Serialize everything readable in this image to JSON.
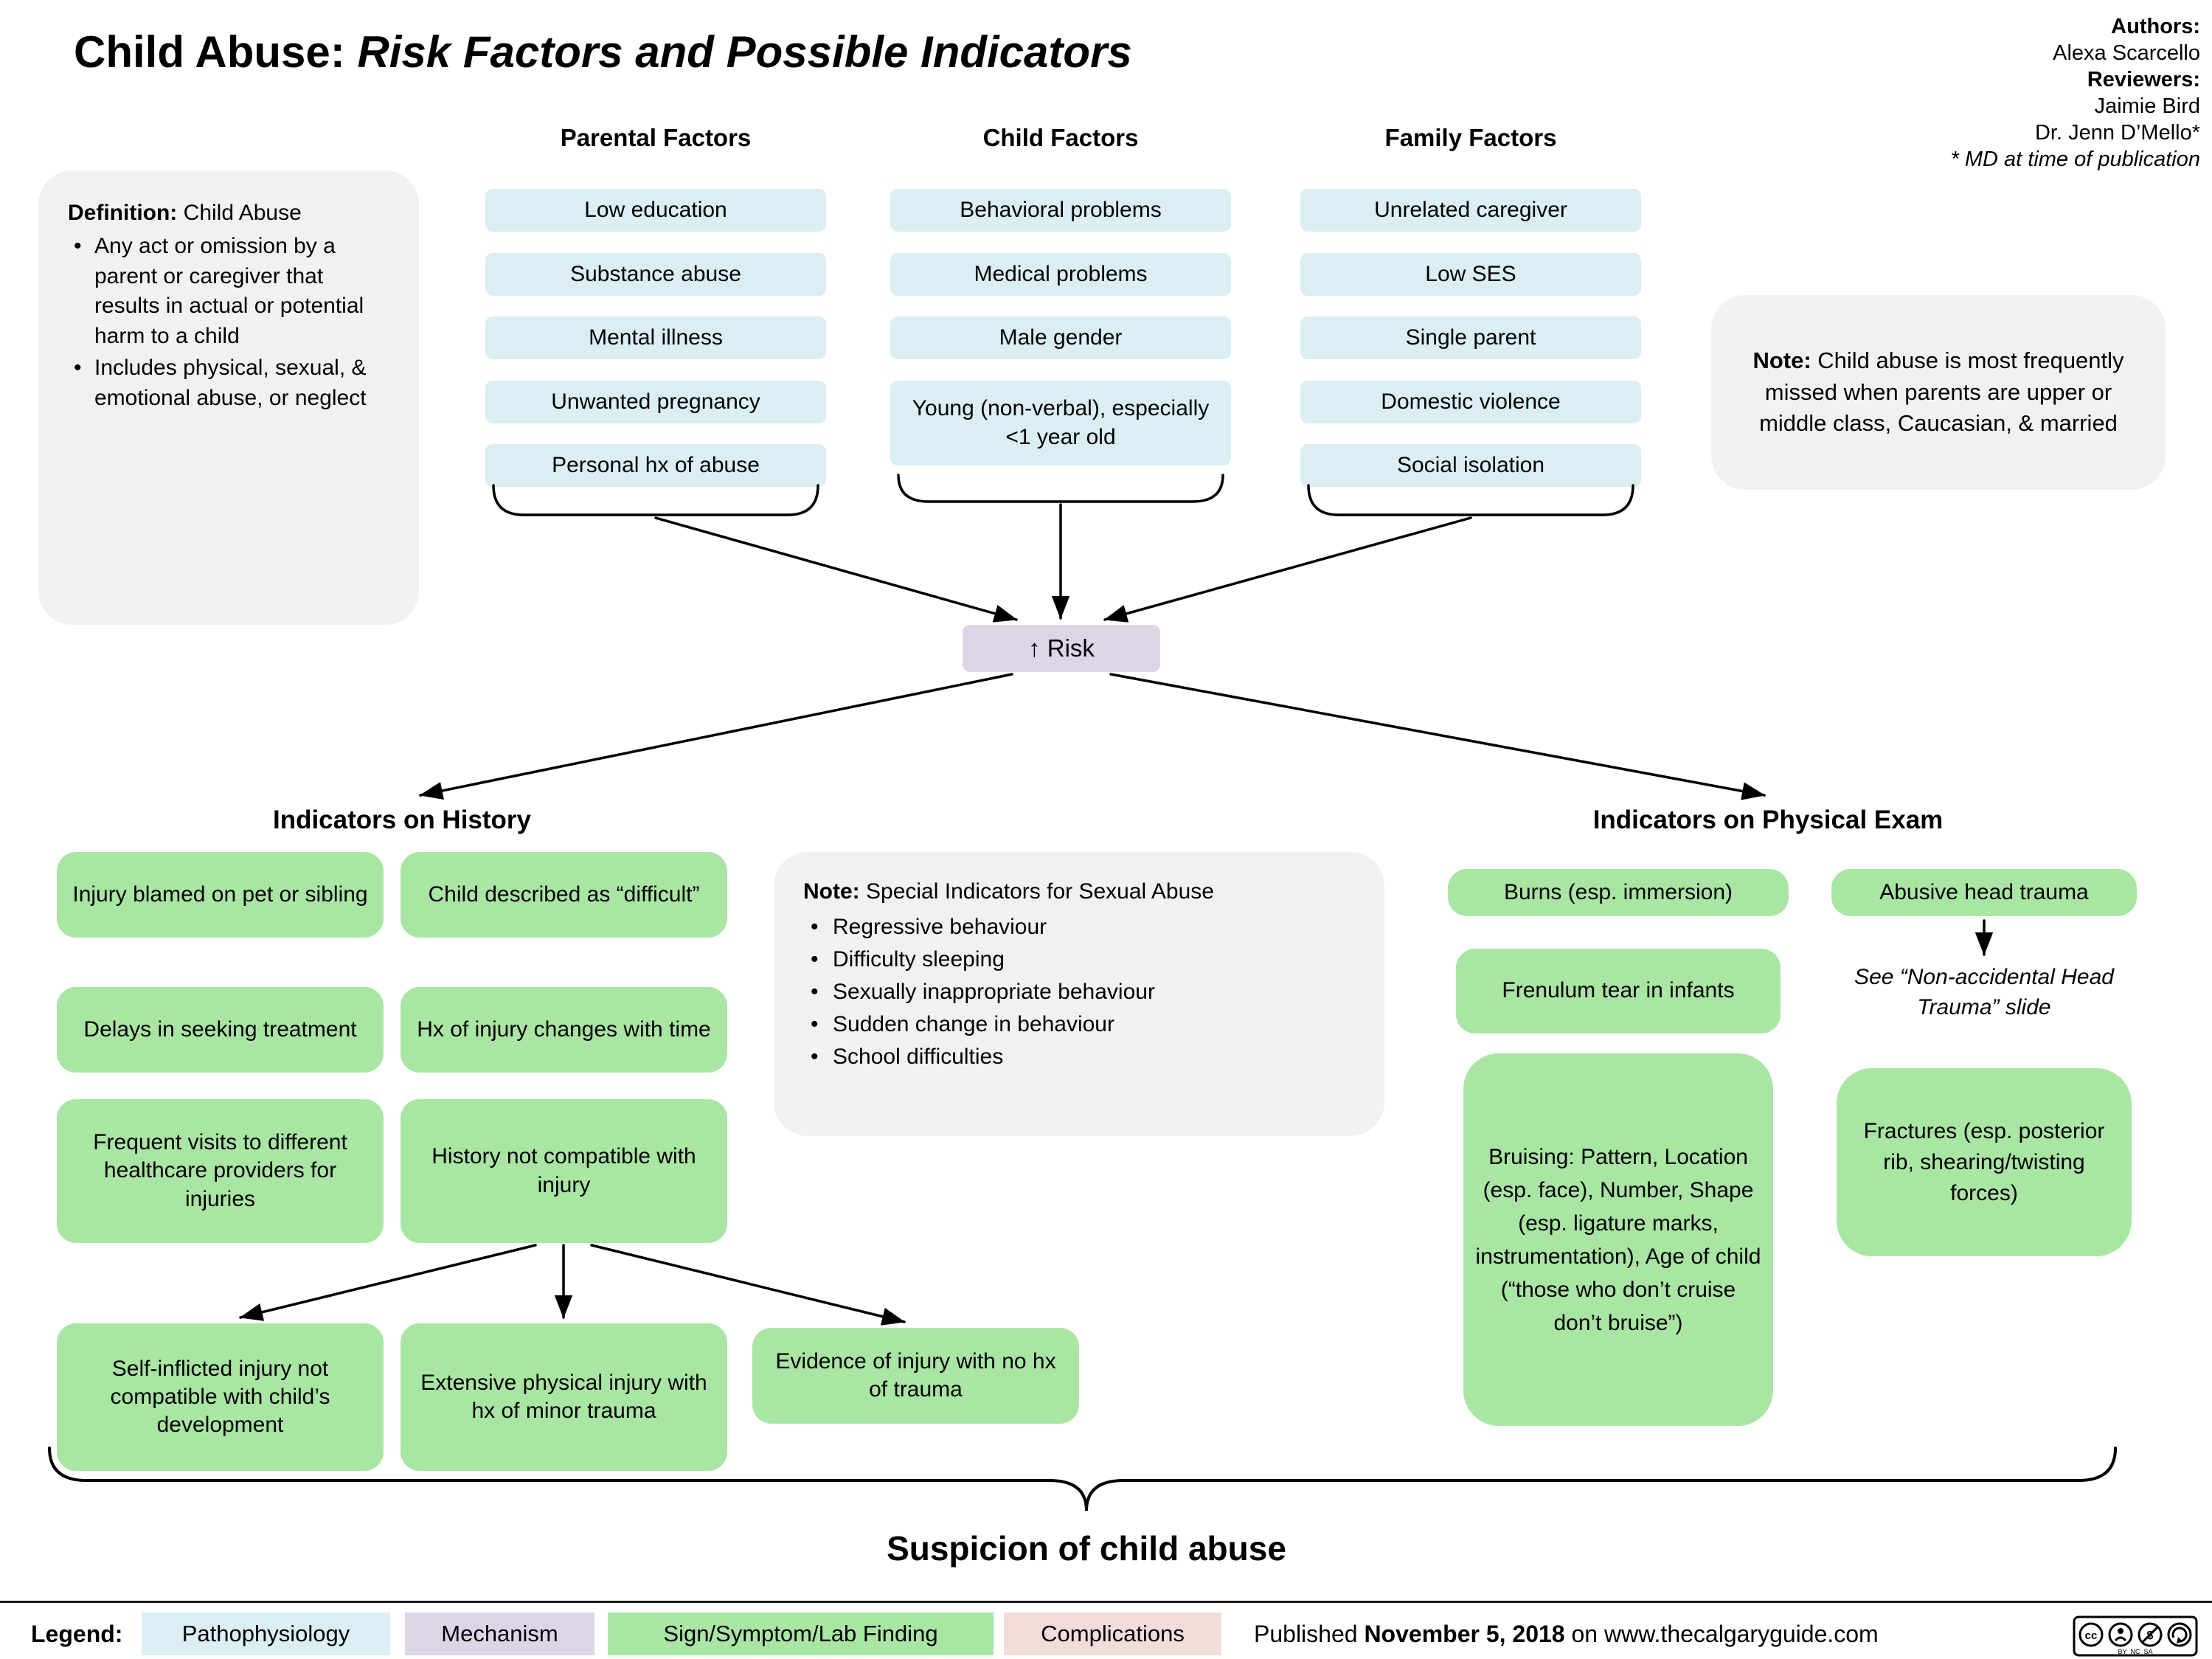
{
  "title": {
    "plain": "Child Abuse: ",
    "italic": "Risk Factors and Possible Indicators"
  },
  "credits": {
    "authors_label": "Authors:",
    "author": "Alexa Scarcello",
    "reviewers_label": "Reviewers:",
    "reviewer1": "Jaimie Bird",
    "reviewer2": "Dr. Jenn D’Mello*",
    "md_note": "* MD at time of publication"
  },
  "definition": {
    "label": "Definition:",
    "heading": "Child Abuse",
    "bullets": [
      "Any act or omission by a parent or caregiver that results in actual or potential harm to a child",
      "Includes physical, sexual, & emotional abuse, or neglect"
    ]
  },
  "factors": {
    "parental": {
      "header": "Parental Factors",
      "items": [
        "Low education",
        "Substance abuse",
        "Mental illness",
        "Unwanted pregnancy",
        "Personal hx of abuse"
      ]
    },
    "child": {
      "header": "Child Factors",
      "items": [
        "Behavioral problems",
        "Medical problems",
        "Male gender",
        "Young (non-verbal), especially <1 year old"
      ]
    },
    "family": {
      "header": "Family Factors",
      "items": [
        "Unrelated caregiver",
        "Low SES",
        "Single parent",
        "Domestic violence",
        "Social isolation"
      ]
    }
  },
  "note_missed": {
    "label": "Note:",
    "text": "Child abuse is most frequently missed when parents are upper or middle class, Caucasian, & married"
  },
  "risk_label": "↑ Risk",
  "history": {
    "heading": "Indicators on History",
    "injury_pet": "Injury blamed on pet or sibling",
    "described_difficult": "Child described as “difficult”",
    "delays": "Delays in seeking treatment",
    "hx_changes": "Hx of injury changes with time",
    "frequent_visits": "Frequent visits to different healthcare providers for injuries",
    "not_compatible": "History not compatible with injury",
    "self_inflicted": "Self-inflicted injury not compatible with child’s development",
    "extensive": "Extensive physical injury with hx of minor trauma",
    "no_hx_trauma": "Evidence of injury with no hx of trauma"
  },
  "note_sexual": {
    "label": "Note:",
    "title": "Special Indicators for Sexual Abuse",
    "bullets": [
      "Regressive behaviour",
      "Difficulty sleeping",
      "Sexually inappropriate behaviour",
      "Sudden change in behaviour",
      "School difficulties"
    ]
  },
  "physical": {
    "heading": "Indicators on Physical Exam",
    "burns": "Burns (esp. immersion)",
    "abusive_head": "Abusive head trauma",
    "see_slide": "See “Non-accidental Head Trauma” slide",
    "frenulum": "Frenulum tear in infants",
    "bruising": "Bruising: Pattern, Location (esp. face), Number, Shape (esp. ligature marks, instrumentation), Age of child (“those who don’t cruise don’t bruise”)",
    "fractures": "Fractures (esp. posterior rib, shearing/twisting forces)"
  },
  "conclusion": "Suspicion of child abuse",
  "legend": {
    "label": "Legend:",
    "items": [
      {
        "label": "Pathophysiology",
        "color": "#DAEEF3"
      },
      {
        "label": "Mechanism",
        "color": "#DCD5E8"
      },
      {
        "label": "Sign/Symptom/Lab Finding",
        "color": "#A9E5A3"
      },
      {
        "label": "Complications",
        "color": "#F2DCDB"
      }
    ],
    "published_prefix": "Published",
    "published_date": "November 5, 2018",
    "published_suffix": "on www.thecalgaryguide.com",
    "license": "CC BY NC SA"
  },
  "colors": {
    "pathophysiology_blue": "#DAEEF3",
    "mechanism_purple": "#DCD5E8",
    "sign_green": "#A9E5A3",
    "complication_pink": "#F2DCDB",
    "note_gray": "#F1F1F1"
  }
}
